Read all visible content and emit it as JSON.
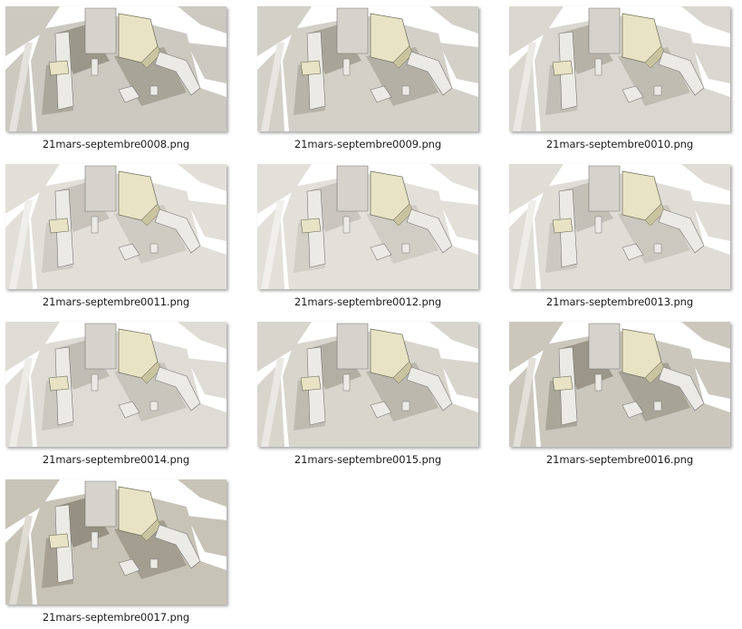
{
  "files": [
    {
      "name": "21mars-septembre0008.png",
      "ground": "#ccc9c1",
      "shadow": "#8a8577",
      "road": "#e4e2dc"
    },
    {
      "name": "21mars-septembre0009.png",
      "ground": "#d3d0c8",
      "shadow": "#9b968a",
      "road": "#e8e6e0"
    },
    {
      "name": "21mars-septembre0010.png",
      "ground": "#d9d7cf",
      "shadow": "#aaa69b",
      "road": "#ebe9e4"
    },
    {
      "name": "21mars-septembre0011.png",
      "ground": "#e1dfd8",
      "shadow": "#bdbab1",
      "road": "#efeeea"
    },
    {
      "name": "21mars-septembre0012.png",
      "ground": "#e2e0d9",
      "shadow": "#c1beb5",
      "road": "#f0efeb"
    },
    {
      "name": "21mars-septembre0013.png",
      "ground": "#dfddd6",
      "shadow": "#b9b6ad",
      "road": "#eeede8"
    },
    {
      "name": "21mars-septembre0014.png",
      "ground": "#dedcd5",
      "shadow": "#b6b3aa",
      "road": "#edece7"
    },
    {
      "name": "21mars-septembre0015.png",
      "ground": "#d8d5cd",
      "shadow": "#a5a195",
      "road": "#eae8e3"
    },
    {
      "name": "21mars-septembre0016.png",
      "ground": "#cbc7bd",
      "shadow": "#8b8678",
      "road": "#e2e0d9"
    },
    {
      "name": "21mars-septembre0017.png",
      "ground": "#c8c3b7",
      "shadow": "#857f70",
      "road": "#dfdcd4"
    }
  ]
}
